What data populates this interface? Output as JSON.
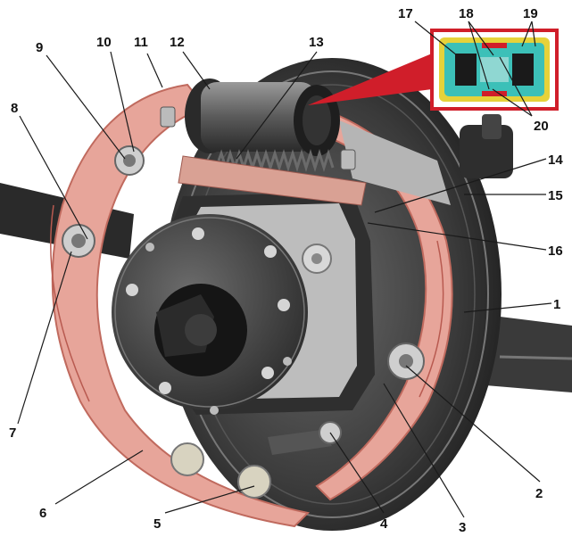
{
  "figure": {
    "callouts": [
      {
        "id": "c1",
        "label": "1"
      },
      {
        "id": "c2",
        "label": "2"
      },
      {
        "id": "c3",
        "label": "3"
      },
      {
        "id": "c4",
        "label": "4"
      },
      {
        "id": "c5",
        "label": "5"
      },
      {
        "id": "c6",
        "label": "6"
      },
      {
        "id": "c7",
        "label": "7"
      },
      {
        "id": "c8",
        "label": "8"
      },
      {
        "id": "c9",
        "label": "9"
      },
      {
        "id": "c10",
        "label": "10"
      },
      {
        "id": "c11",
        "label": "11"
      },
      {
        "id": "c12",
        "label": "12"
      },
      {
        "id": "c13",
        "label": "13"
      },
      {
        "id": "c14",
        "label": "14"
      },
      {
        "id": "c15",
        "label": "15"
      },
      {
        "id": "c16",
        "label": "16"
      },
      {
        "id": "c17",
        "label": "17"
      },
      {
        "id": "c18",
        "label": "18"
      },
      {
        "id": "c19",
        "label": "19"
      },
      {
        "id": "c20",
        "label": "20"
      }
    ]
  },
  "colors": {
    "backing_plate": "#2b2b2b",
    "shoe_lining": "#e7a59a",
    "shoe_outline": "#c06a5e",
    "hub": "#3a3a3a",
    "metal_light": "#c9c9c9",
    "inset_border": "#d01e2a",
    "inset_fill": "#3cc0b8",
    "inset_accent": "#e6d23a"
  }
}
